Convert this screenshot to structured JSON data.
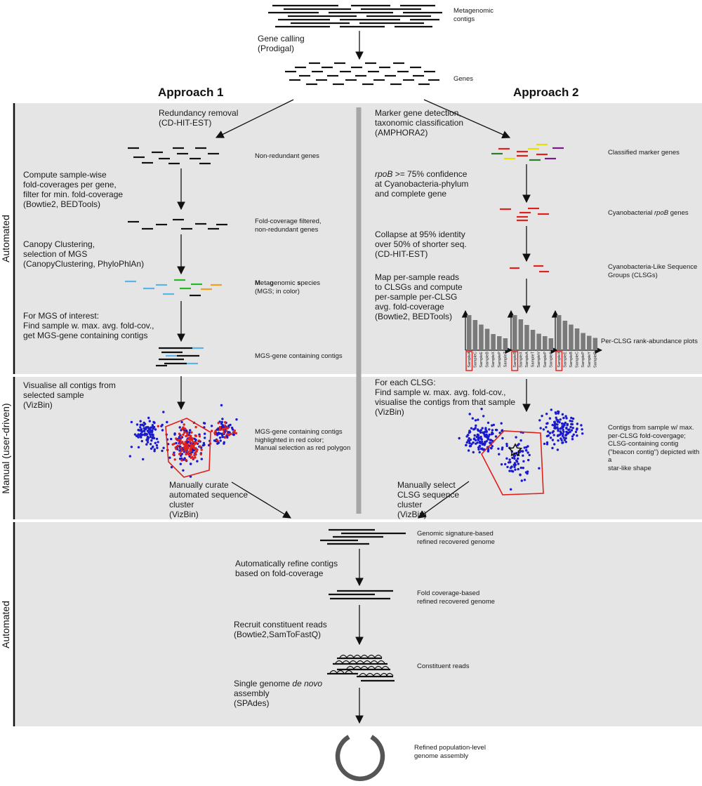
{
  "top": {
    "contigs_label": "Metagenomic\ncontigs",
    "gene_calling": "Gene calling\n(Prodigal)",
    "genes_label": "Genes"
  },
  "headings": {
    "approach1": "Approach 1",
    "approach2": "Approach 2"
  },
  "sections": {
    "automated_top": "Automated",
    "manual": "Manual (user-driven)",
    "automated_bottom": "Automated"
  },
  "approach1": {
    "redundancy": "Redundancy removal\n(CD-HIT-EST)",
    "nonredundant": "Non-redundant genes",
    "compute": "Compute sample-wise\nfold-coverages per gene,\nfilter for min. fold-coverage\n(Bowtie2, BEDTools)",
    "fold_filtered": "Fold-coverage filtered,\nnon-redundant genes",
    "canopy": "Canopy Clustering,\nselection of MGS\n(CanopyClustering, PhyloPhlAn)",
    "mgs_m": "M",
    "mgs_rest1": "eta",
    "mgs_g": "g",
    "mgs_rest2": "enomic ",
    "mgs_s": "s",
    "mgs_rest3": "pecies",
    "mgs_line2": "(MGS; in color)",
    "for_mgs": "For MGS of interest:\nFind sample w. max. avg. fold-cov.,\nget MGS-gene containing contigs",
    "mgs_contigs": "MGS-gene containing contigs",
    "visualise": "Visualise all contigs from\nselected sample\n(VizBin)",
    "highlighted": "MGS-gene containing contigs\nhighlighted in red color;\nManual selection as red polygon",
    "curate": "Manually curate\nautomated sequence\ncluster\n(VizBin)"
  },
  "approach2": {
    "marker": "Marker gene detection,\ntaxonomic classification\n(AMPHORA2)",
    "classified": "Classified marker genes",
    "rpob_italic": "rpoB",
    "rpob_rest": " >= 75% confidence",
    "rpob_line2": "at Cyanobacteria-phylum\nand complete gene",
    "cyano_prefix": "Cyanobacterial ",
    "cyano_italic": "rpoB",
    "cyano_suffix": " genes",
    "collapse": "Collapse at 95% identity\nover 50% of shorter seq.\n(CD-HIT-EST)",
    "clsg_groups": "Cyanobacteria-Like Sequence\nGroups (CLSGs)",
    "map_reads": "Map per-sample reads\nto CLSGs and compute\nper-sample per-CLSG\navg. fold-coverage\n(Bowtie2, BEDTools)",
    "rank_abundance": "Per-CLSG rank-abundance plots",
    "for_each": "For each CLSG:\nFind sample w. max. avg. fold-cov.,\nvisualise the contigs from that sample\n(VizBin)",
    "contigs_from": "Contigs from sample w/ max.\nper-CLSG fold-covergage;\nCLSG-containing contig\n(\"beacon contig\") depicted with a\nstar-like shape",
    "select": "Manually select\nCLSG sequence\ncluster\n(VizBin)"
  },
  "bottom": {
    "genomic_sig": "Genomic signature-based\nrefined recovered genome",
    "auto_refine": "Automatically refine contigs\nbased on fold-coverage",
    "fold_based": "Fold coverage-based\nrefined recovered genome",
    "recruit": "Recruit constituent reads\n(Bowtie2,SamToFastQ)",
    "constituent": "Constituent reads",
    "single_pre": "Single genome ",
    "single_italic": "de novo",
    "single_post": "assembly\n(SPAdes)",
    "refined": "Refined population-level\ngenome assembly"
  },
  "rank_plots": [
    {
      "labels": [
        "SampleA",
        "SampleC",
        "SampleE",
        "SampleB",
        "SampleX",
        "SampleP",
        "SampleT"
      ],
      "values": [
        100,
        86,
        73,
        61,
        46,
        40,
        34
      ]
    },
    {
      "labels": [
        "SampleB",
        "SampleX",
        "SampleA",
        "SampleT",
        "SampleV",
        "SampleP",
        "SampleS"
      ],
      "values": [
        100,
        88,
        72,
        58,
        47,
        40,
        34
      ]
    },
    {
      "labels": [
        "SampleX",
        "SampleE",
        "SampleB",
        "SampleC",
        "SampleP",
        "SampleY",
        "SampleR"
      ],
      "values": [
        100,
        84,
        73,
        62,
        49,
        41,
        35
      ]
    }
  ],
  "colors": {
    "panel": "#e5e5e5",
    "divider": "#a6a6a6",
    "red": "#e0201b",
    "blue": "#1a1acc",
    "bar": "#7a7a7a"
  }
}
